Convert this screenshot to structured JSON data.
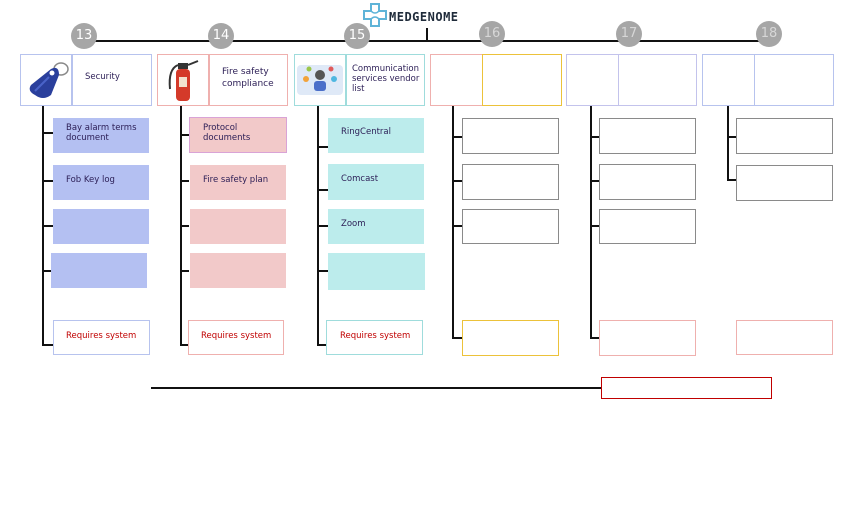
{
  "logo": {
    "text": "MEDGENOME"
  },
  "colors": {
    "blue": "#b4c0f2",
    "pink": "#f2c9c9",
    "cyan": "#bcecec",
    "circle": "#a6a6a6",
    "line": "#111111",
    "orange": "#ecc23a",
    "salmon": "#efb0ae",
    "lavender": "#c3c3ec",
    "red": "#c00000",
    "text": "#2b1d55"
  },
  "columns": [
    {
      "number": "13",
      "title": "Security",
      "icon": "key-fob-icon",
      "items": [
        "Bay alarm terms document",
        "Fob Key log",
        "",
        ""
      ],
      "footer": "Requires system"
    },
    {
      "number": "14",
      "title": "Fire safety compliance",
      "icon": "fire-extinguisher-icon",
      "items": [
        "Protocol documents",
        "Fire safety plan",
        "",
        ""
      ],
      "footer": "Requires system"
    },
    {
      "number": "15",
      "title": "Communication services vendor list",
      "icon": "communication-people-icon",
      "items": [
        "RingCentral",
        "Comcast",
        "Zoom",
        ""
      ],
      "footer": "Requires system"
    },
    {
      "number": "16",
      "title": "",
      "icon": "",
      "items": [
        "",
        "",
        ""
      ],
      "footer": ""
    },
    {
      "number": "17",
      "title": "",
      "icon": "",
      "items": [
        "",
        "",
        ""
      ],
      "footer": ""
    },
    {
      "number": "18",
      "title": "",
      "icon": "",
      "items": [
        "",
        ""
      ],
      "footer": ""
    }
  ],
  "bottom_box": {
    "text": ""
  }
}
